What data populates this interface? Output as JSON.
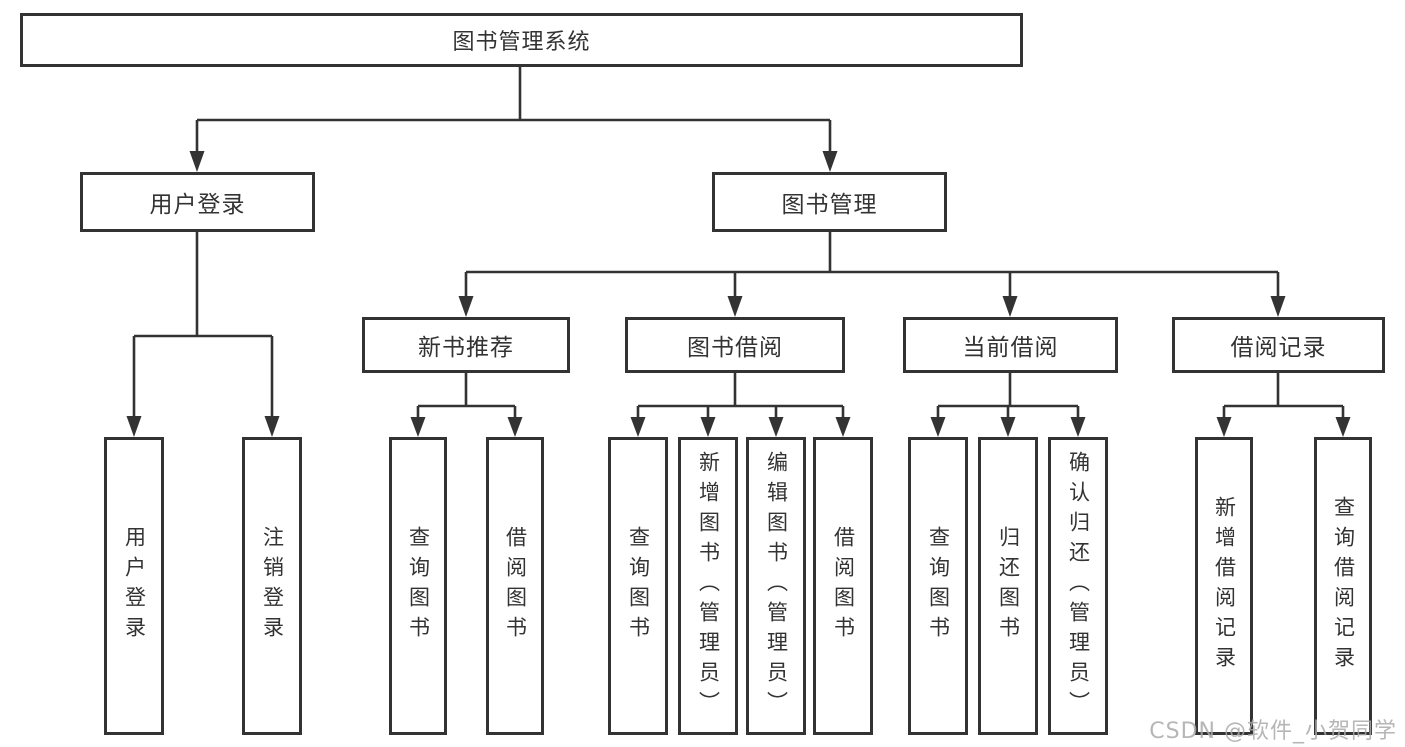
{
  "title": "图书管理系统",
  "tree": {
    "label": "图书管理系统",
    "children": [
      {
        "label": "用户登录",
        "children": [
          {
            "label": "用户登录"
          },
          {
            "label": "注销登录"
          }
        ]
      },
      {
        "label": "图书管理",
        "children": [
          {
            "label": "新书推荐",
            "children": [
              {
                "label": "查询图书"
              },
              {
                "label": "借阅图书"
              }
            ]
          },
          {
            "label": "图书借阅",
            "children": [
              {
                "label": "查询图书"
              },
              {
                "label": "新增图书（管理员）"
              },
              {
                "label": "编辑图书（管理员）"
              },
              {
                "label": "借阅图书"
              }
            ]
          },
          {
            "label": "当前借阅",
            "children": [
              {
                "label": "查询图书"
              },
              {
                "label": "归还图书"
              },
              {
                "label": "确认归还（管理员）"
              }
            ]
          },
          {
            "label": "借阅记录",
            "children": [
              {
                "label": "新增借阅记录"
              },
              {
                "label": "查询借阅记录"
              }
            ]
          }
        ]
      }
    ]
  },
  "watermark": "CSDN @软件_小贺同学",
  "colors": {
    "line": "#333333",
    "box_border": "#333333",
    "text": "#333333",
    "background": "#ffffff",
    "watermark": "#aaaaaa"
  }
}
